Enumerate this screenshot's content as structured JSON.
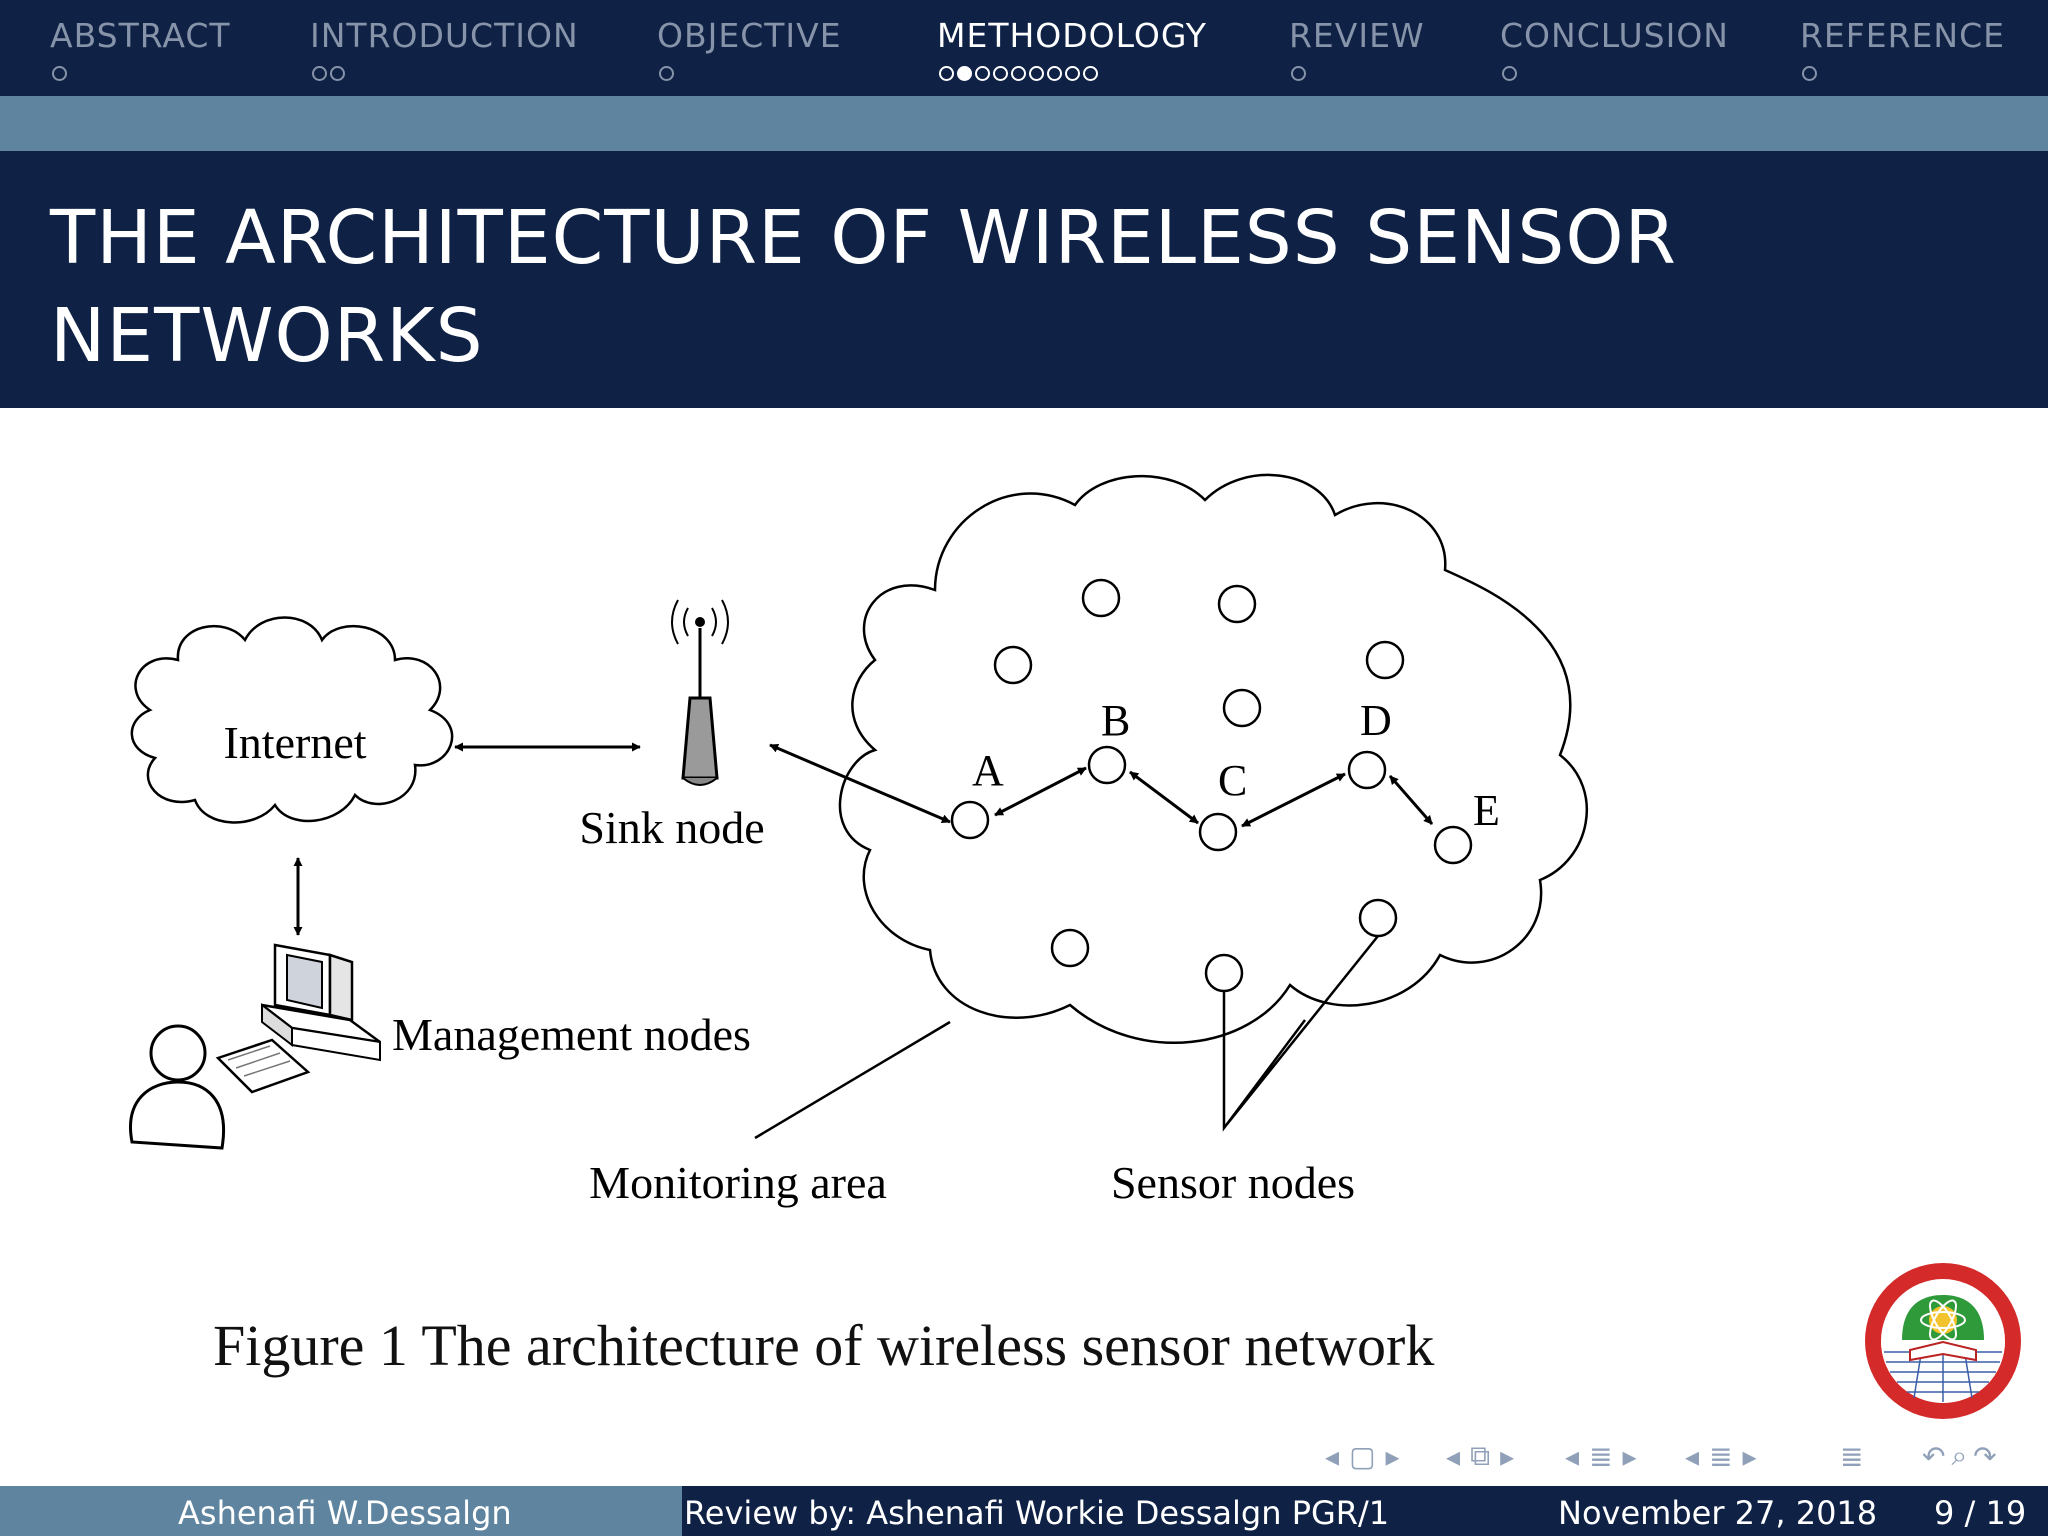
{
  "nav": {
    "sections": [
      {
        "label": "ABSTRACT",
        "dots": 1,
        "current": -1
      },
      {
        "label": "INTRODUCTION",
        "dots": 2,
        "current": -1
      },
      {
        "label": "OBJECTIVE",
        "dots": 1,
        "current": -1
      },
      {
        "label": "METHODOLOGY",
        "dots": 9,
        "current": 1
      },
      {
        "label": "REVIEW",
        "dots": 1,
        "current": -1
      },
      {
        "label": "CONCLUSION",
        "dots": 1,
        "current": -1
      },
      {
        "label": "REFERENCE",
        "dots": 1,
        "current": -1
      }
    ],
    "active_index": 3
  },
  "slide": {
    "title": "THE ARCHITECTURE OF WIRELESS SENSOR NETWORKS"
  },
  "figure": {
    "labels": {
      "internet": "Internet",
      "sink_node": "Sink node",
      "management_nodes": "Management nodes",
      "monitoring_area": "Monitoring area",
      "sensor_nodes": "Sensor nodes",
      "node_a": "A",
      "node_b": "B",
      "node_c": "C",
      "node_d": "D",
      "node_e": "E"
    },
    "caption": "Figure 1 The architecture of wireless sensor network"
  },
  "footer": {
    "author": "Ashenafi W.Dessalgn",
    "review": "Review by: Ashenafi Workie Dessalgn PGR/1",
    "date": "November 27, 2018",
    "page": "9 / 19"
  },
  "colors": {
    "navy": "#0f2246",
    "steel": "#5f849f",
    "inactive_text": "#8693a8"
  },
  "icons": [
    "antenna-icon",
    "computer-icon",
    "user-icon",
    "university-emblem-icon"
  ]
}
